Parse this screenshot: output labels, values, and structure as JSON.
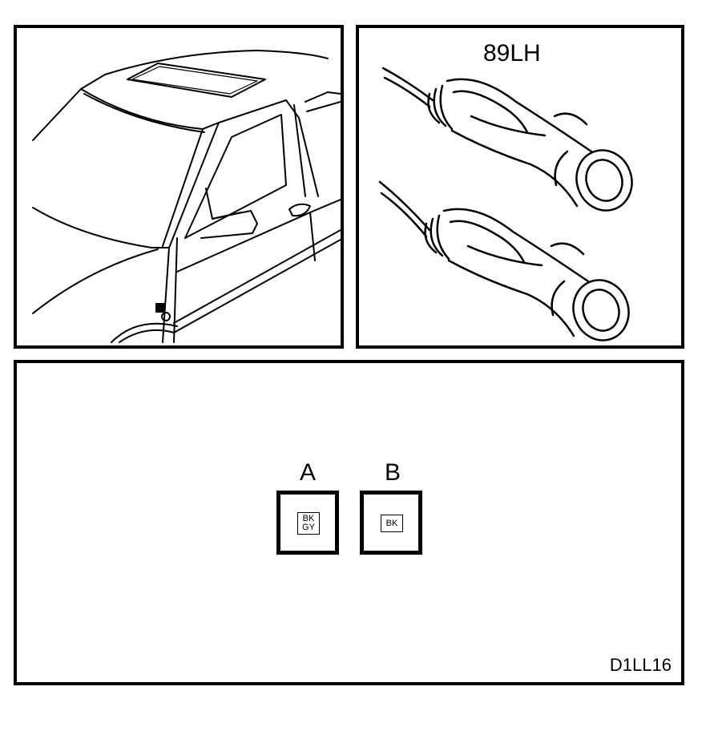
{
  "connectors_panel": {
    "title": "89LH"
  },
  "pinout_panel": {
    "connectors": [
      {
        "letter": "A",
        "wire_colors": [
          "BK",
          "GY"
        ]
      },
      {
        "letter": "B",
        "wire_colors": [
          "BK"
        ]
      }
    ],
    "figure_id": "D1LL16"
  }
}
